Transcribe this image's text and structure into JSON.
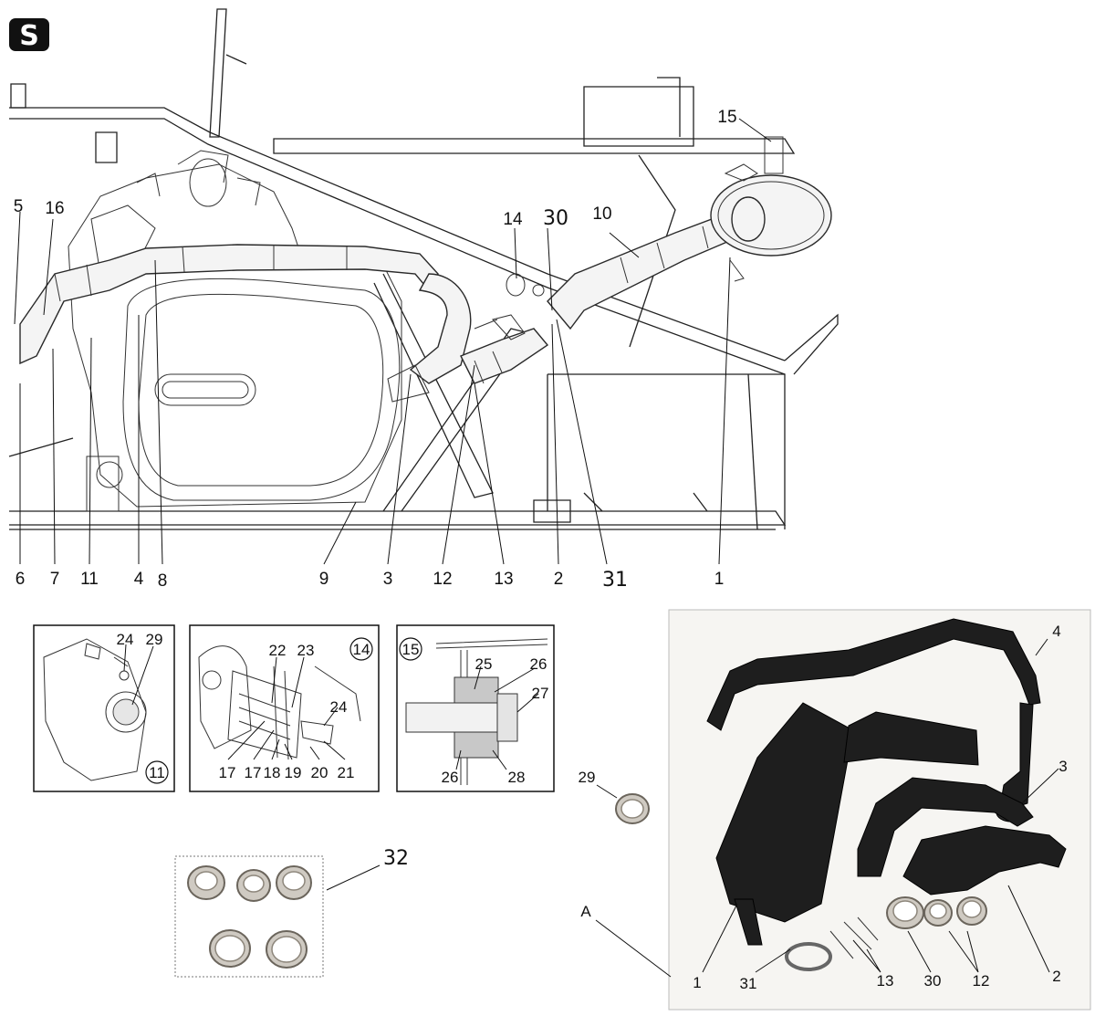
{
  "logo": {
    "name": "brand-logo",
    "glyph": "S"
  },
  "main_callouts": {
    "top": [
      "5",
      "16",
      "14",
      "30",
      "10",
      "15"
    ],
    "bottom": [
      "6",
      "7",
      "11",
      "4",
      "8",
      "9",
      "3",
      "12",
      "13",
      "2",
      "31",
      "1"
    ]
  },
  "detail_11": {
    "badge": "11",
    "labels": [
      "24",
      "29"
    ]
  },
  "detail_14": {
    "badge": "14",
    "labels_top": [
      "22",
      "23",
      "24"
    ],
    "labels_bottom": [
      "17",
      "17",
      "18",
      "19",
      "20",
      "21"
    ]
  },
  "detail_15": {
    "badge": "15",
    "labels": [
      "25",
      "26",
      "27",
      "26",
      "28"
    ]
  },
  "kit_32": {
    "label": "32",
    "ring_label": "29"
  },
  "photo_kit": {
    "label": "A",
    "labels": [
      "4",
      "3",
      "1",
      "31",
      "13",
      "30",
      "12",
      "2"
    ]
  },
  "colors": {
    "line": "#222222",
    "part_dark": "#1e1e1e",
    "ring": "#cfcac2",
    "background": "#ffffff"
  }
}
